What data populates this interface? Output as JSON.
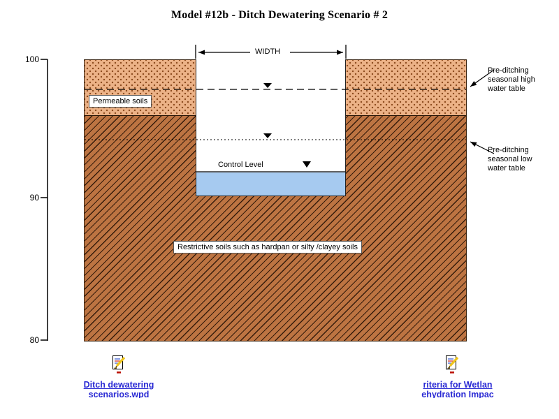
{
  "title": "Model #12b -  Ditch Dewatering Scenario # 2",
  "axis": {
    "ticks": [
      "100",
      "90",
      "80"
    ]
  },
  "labels": {
    "width": "WIDTH",
    "permeable": "Permeable soils",
    "restrictive": "Restrictive soils such as hardpan or silty /clayey soils",
    "control_level": "Control Level",
    "high_water_lines": [
      "Pre-ditching",
      "seasonal high",
      "water table"
    ],
    "low_water_lines": [
      "Pre-ditching",
      "seasonal low",
      "water table"
    ]
  },
  "links": {
    "left": {
      "line1": "Ditch dewatering",
      "line2": "scenarios.wpd"
    },
    "right": {
      "line1": "riteria for Wetlan",
      "line2": "ehydration Impac"
    }
  },
  "icons": {
    "left": "document-pencil-icon",
    "right": "document-pencil-icon"
  },
  "colors": {
    "permeable_soil": "#ecb287",
    "restrictive_soil": "#bd7442",
    "water": "#a6caf0",
    "link_text": "#2a2ad4",
    "line": "#000000"
  }
}
